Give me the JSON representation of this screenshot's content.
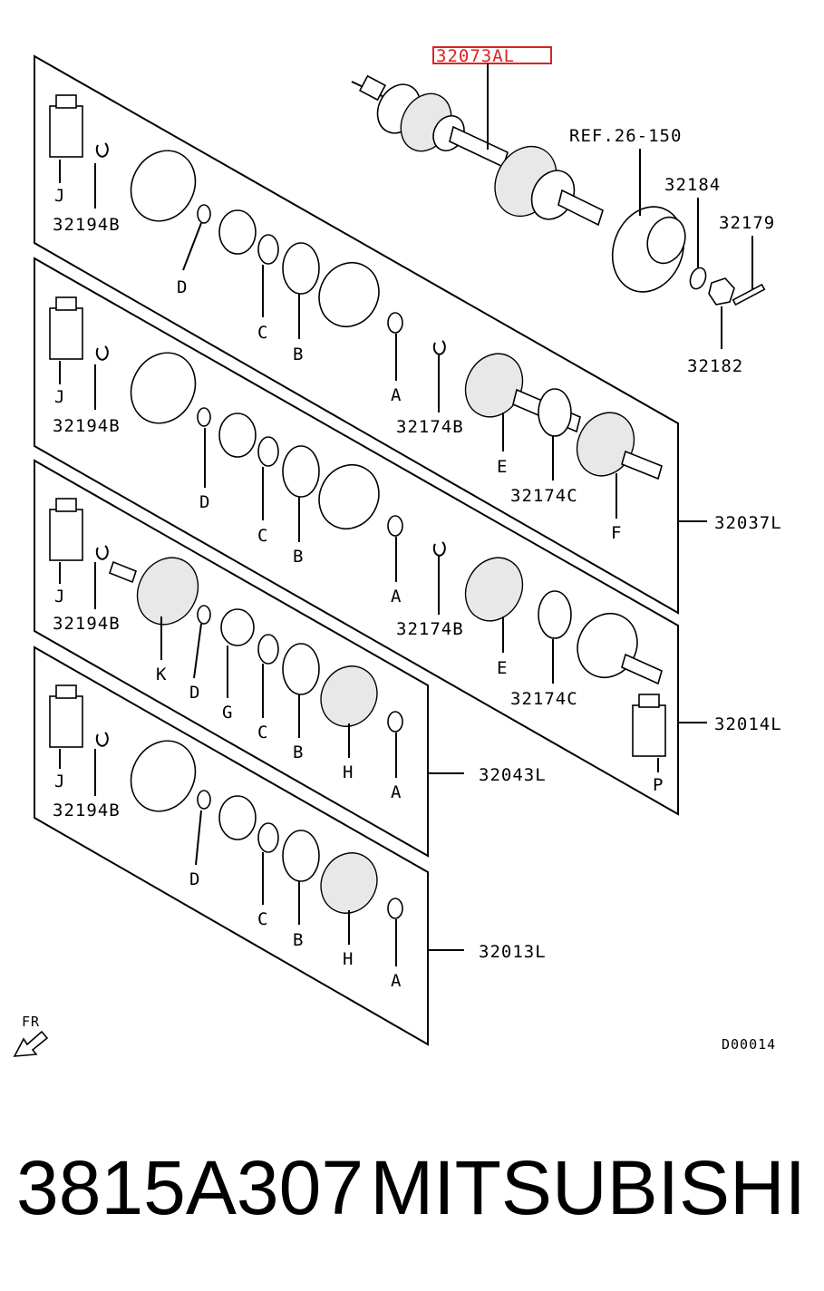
{
  "diagram": {
    "highlighted_part": "32073AL",
    "ref_label": "REF.26-150",
    "labels": {
      "p32184": "32184",
      "p32179": "32179",
      "p32182": "32182",
      "p32037L": "32037L",
      "p32014L": "32014L",
      "p32043L": "32043L",
      "p32013L": "32013L",
      "p32194B": "32194B",
      "p32174B": "32174B",
      "p32174C": "32174C",
      "A": "A",
      "B": "B",
      "C": "C",
      "D": "D",
      "E": "E",
      "F": "F",
      "G": "G",
      "H": "H",
      "J": "J",
      "K": "K",
      "P": "P"
    },
    "fr_label": "FR",
    "drawing_code": "D00014"
  },
  "footer": {
    "part_number": "3815A307",
    "brand": "MITSUBISHI"
  }
}
